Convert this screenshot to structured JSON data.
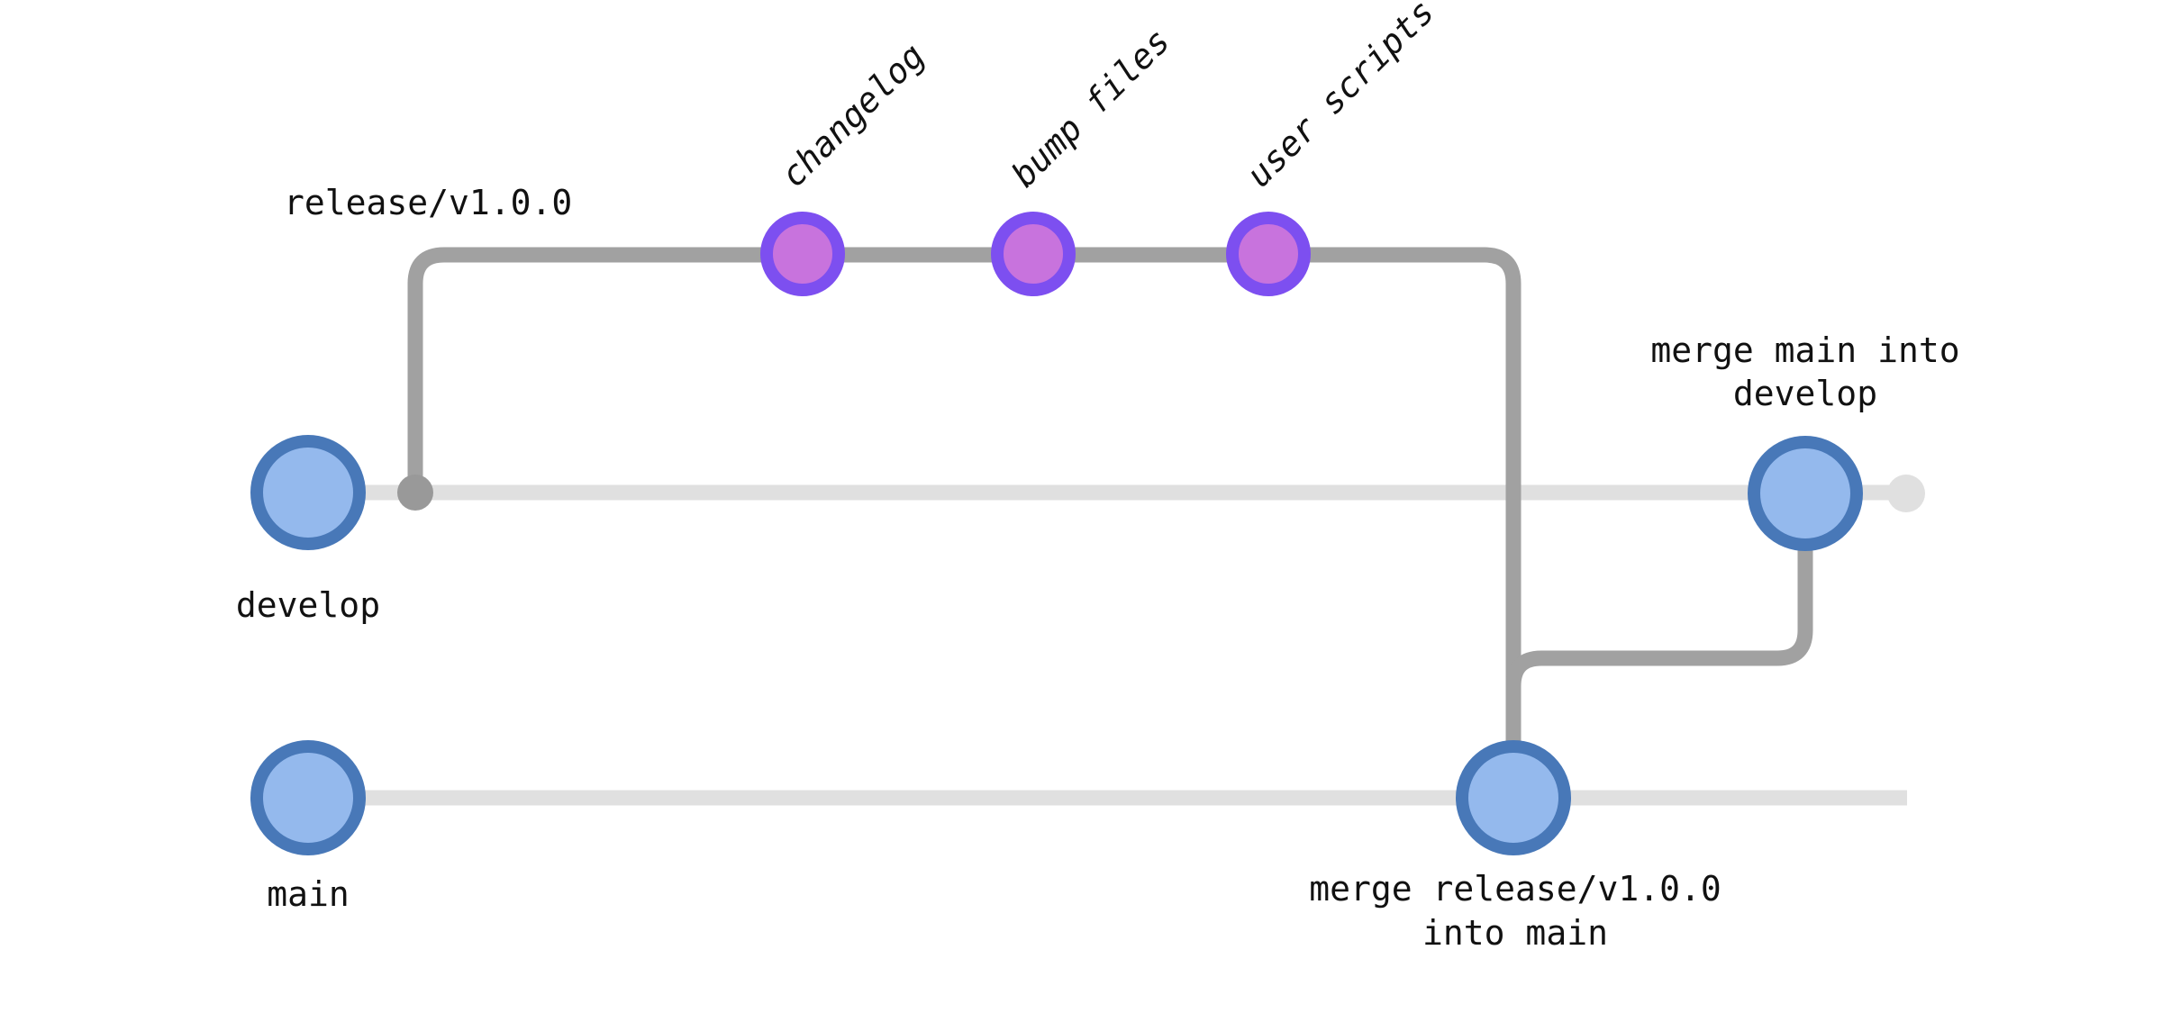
{
  "graph": {
    "kind": "git-branch-diagram",
    "branches": [
      {
        "label": "develop"
      },
      {
        "label": "main"
      },
      {
        "label": "release/v1.0.0"
      }
    ],
    "release_commits": [
      {
        "label": "changelog"
      },
      {
        "label": "bump files"
      },
      {
        "label": "user scripts"
      }
    ],
    "merge_into_main": {
      "line1": "merge release/v1.0.0",
      "line2": "into main"
    },
    "merge_into_develop": {
      "line1": "merge main into",
      "line2": "develop"
    }
  },
  "colors": {
    "background": "#ffffff",
    "branch_line_light": "#e0e0e0",
    "branch_line_dark": "#a1a1a1",
    "branch_point_dot": "#999999",
    "head_dot": "#e0e0e0",
    "commit_blue_fill": "#94b9ed",
    "commit_blue_stroke": "#4878b8",
    "commit_purple_fill": "#c873dd",
    "commit_purple_stroke": "#7d4ff0",
    "label_text": "#111111"
  }
}
